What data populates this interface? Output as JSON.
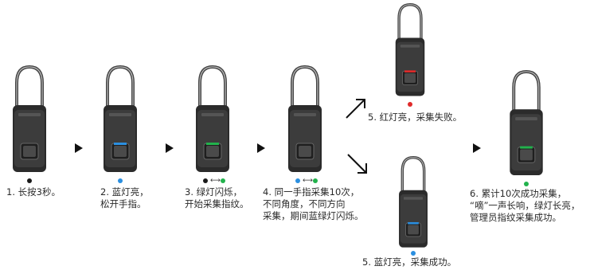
{
  "steps": [
    {
      "caption": "1. 长按3秒。",
      "light": "#1a1a1a"
    },
    {
      "caption": "2. 蓝灯亮，\n松开手指。",
      "light": "#2b8fe0"
    },
    {
      "caption": "3. 绿灯闪烁，\n开始采集指纹。",
      "light": "#22b24c"
    },
    {
      "caption": "4. 同一手指采集10次，\n不同角度，不同方向\n采集，期间蓝绿灯闪烁。",
      "light": "#2b8fe0"
    },
    {
      "caption": "5. 红灯亮，采集失败。",
      "light": "#e02a2a"
    },
    {
      "caption": "5. 蓝灯亮，采集成功。",
      "light": "#2b8fe0"
    },
    {
      "caption": "6. 累计10次成功采集，\n“嘀”一声长响，绿灯长亮，\n管理员指纹采集成功。",
      "light": "#22b24c"
    }
  ],
  "colors": {
    "black": "#1a1a1a",
    "blue": "#2b8fe0",
    "green": "#22b24c",
    "red": "#e02a2a"
  }
}
